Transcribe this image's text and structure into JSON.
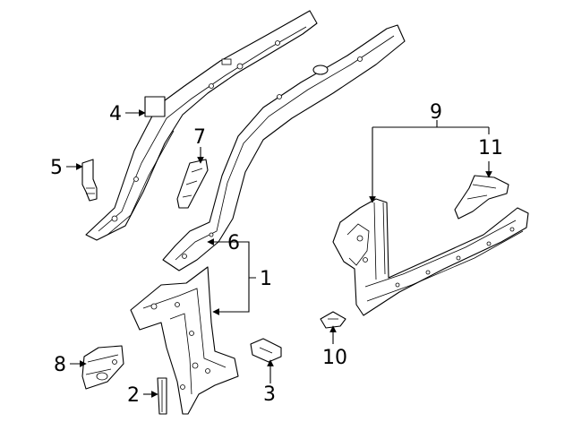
{
  "callouts": [
    {
      "id": "c1",
      "label": "1"
    },
    {
      "id": "c2",
      "label": "2"
    },
    {
      "id": "c3",
      "label": "3"
    },
    {
      "id": "c4",
      "label": "4"
    },
    {
      "id": "c5",
      "label": "5"
    },
    {
      "id": "c6",
      "label": "6"
    },
    {
      "id": "c7",
      "label": "7"
    },
    {
      "id": "c8",
      "label": "8"
    },
    {
      "id": "c9",
      "label": "9"
    },
    {
      "id": "c10",
      "label": "10"
    },
    {
      "id": "c11",
      "label": "11"
    }
  ],
  "colors": {
    "line": "#000000",
    "background": "#ffffff"
  }
}
